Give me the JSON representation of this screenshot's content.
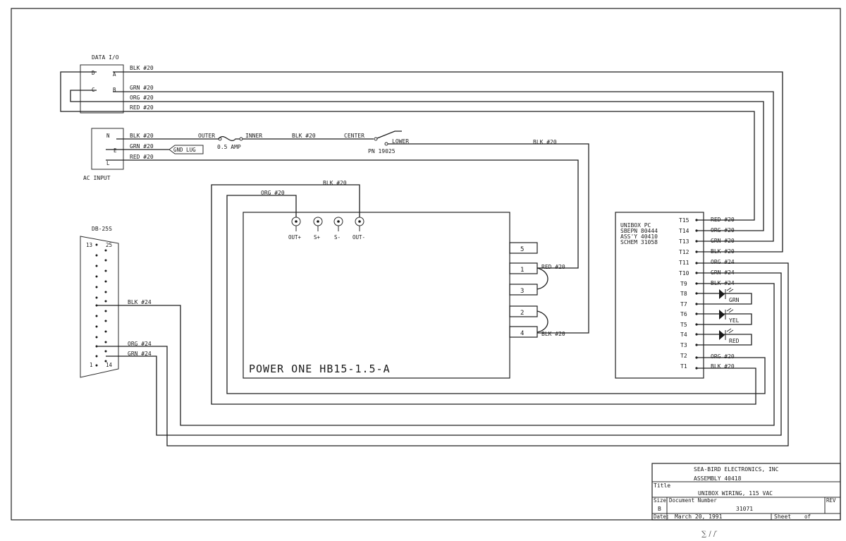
{
  "data_io": {
    "title": "DATA I/O",
    "pins": [
      "D",
      "A",
      "C",
      "B"
    ],
    "wires": [
      "BLK #20",
      "GRN #20",
      "ORG #20",
      "RED #20"
    ]
  },
  "ac_input": {
    "title": "AC INPUT",
    "pins": [
      "N",
      "E",
      "L"
    ],
    "wires": [
      "BLK #20",
      "GRN #20",
      "RED #20"
    ],
    "gnd_lug": "GND LUG",
    "fuse_outer": "OUTER",
    "fuse_inner": "INNER",
    "fuse_rating": "0.5 AMP",
    "fuse_wire": "BLK #20",
    "switch_center": "CENTER",
    "switch_lower": "LOWER",
    "switch_pn": "PN 19025",
    "switch_wire": "BLK #20"
  },
  "db25": {
    "title": "DB-25S",
    "pins": [
      "13",
      "25",
      "1",
      "14"
    ],
    "wires": [
      "BLK #24",
      "ORG #24",
      "GRN #24"
    ]
  },
  "power_one": {
    "name": "POWER ONE HB15-1.5-A",
    "terminals": [
      "OUT+",
      "S+",
      "S-",
      "OUT-"
    ],
    "side_pins": [
      "5",
      "1",
      "3",
      "2",
      "4"
    ],
    "top_wires": [
      "ORG #20",
      "BLK #20"
    ],
    "side_wires": [
      "RED #20",
      "BLK #20"
    ]
  },
  "unibox": {
    "lines": [
      "UNIBOX PC",
      "SBEPN 80444",
      "ASS'Y 40410",
      "SCHEM 31058"
    ],
    "terminals": [
      "T15",
      "T14",
      "T13",
      "T12",
      "T11",
      "T10",
      "T9",
      "T8",
      "T7",
      "T6",
      "T5",
      "T4",
      "T3",
      "T2",
      "T1"
    ],
    "wires": [
      "RED #20",
      "ORG #20",
      "GRN #20",
      "BLK #20",
      "ORG #24",
      "GRN #24",
      "BLK #24",
      "ORG #20",
      "BLK #20"
    ],
    "leds": [
      "GRN",
      "YEL",
      "RED"
    ]
  },
  "title_block": {
    "company": "SEA-BIRD ELECTRONICS, INC",
    "assembly": "ASSEMBLY 40418",
    "title_label": "Title",
    "title": "UNIBOX WIRING, 115 VAC",
    "size_label": "Size",
    "size": "B",
    "docnum_label": "Document Number",
    "docnum": "31071",
    "rev_label": "REV",
    "date_label": "Date:",
    "date": "March 20, 1991",
    "sheet_label": "Sheet",
    "of_label": "of",
    "signature": "∑ / /′"
  }
}
